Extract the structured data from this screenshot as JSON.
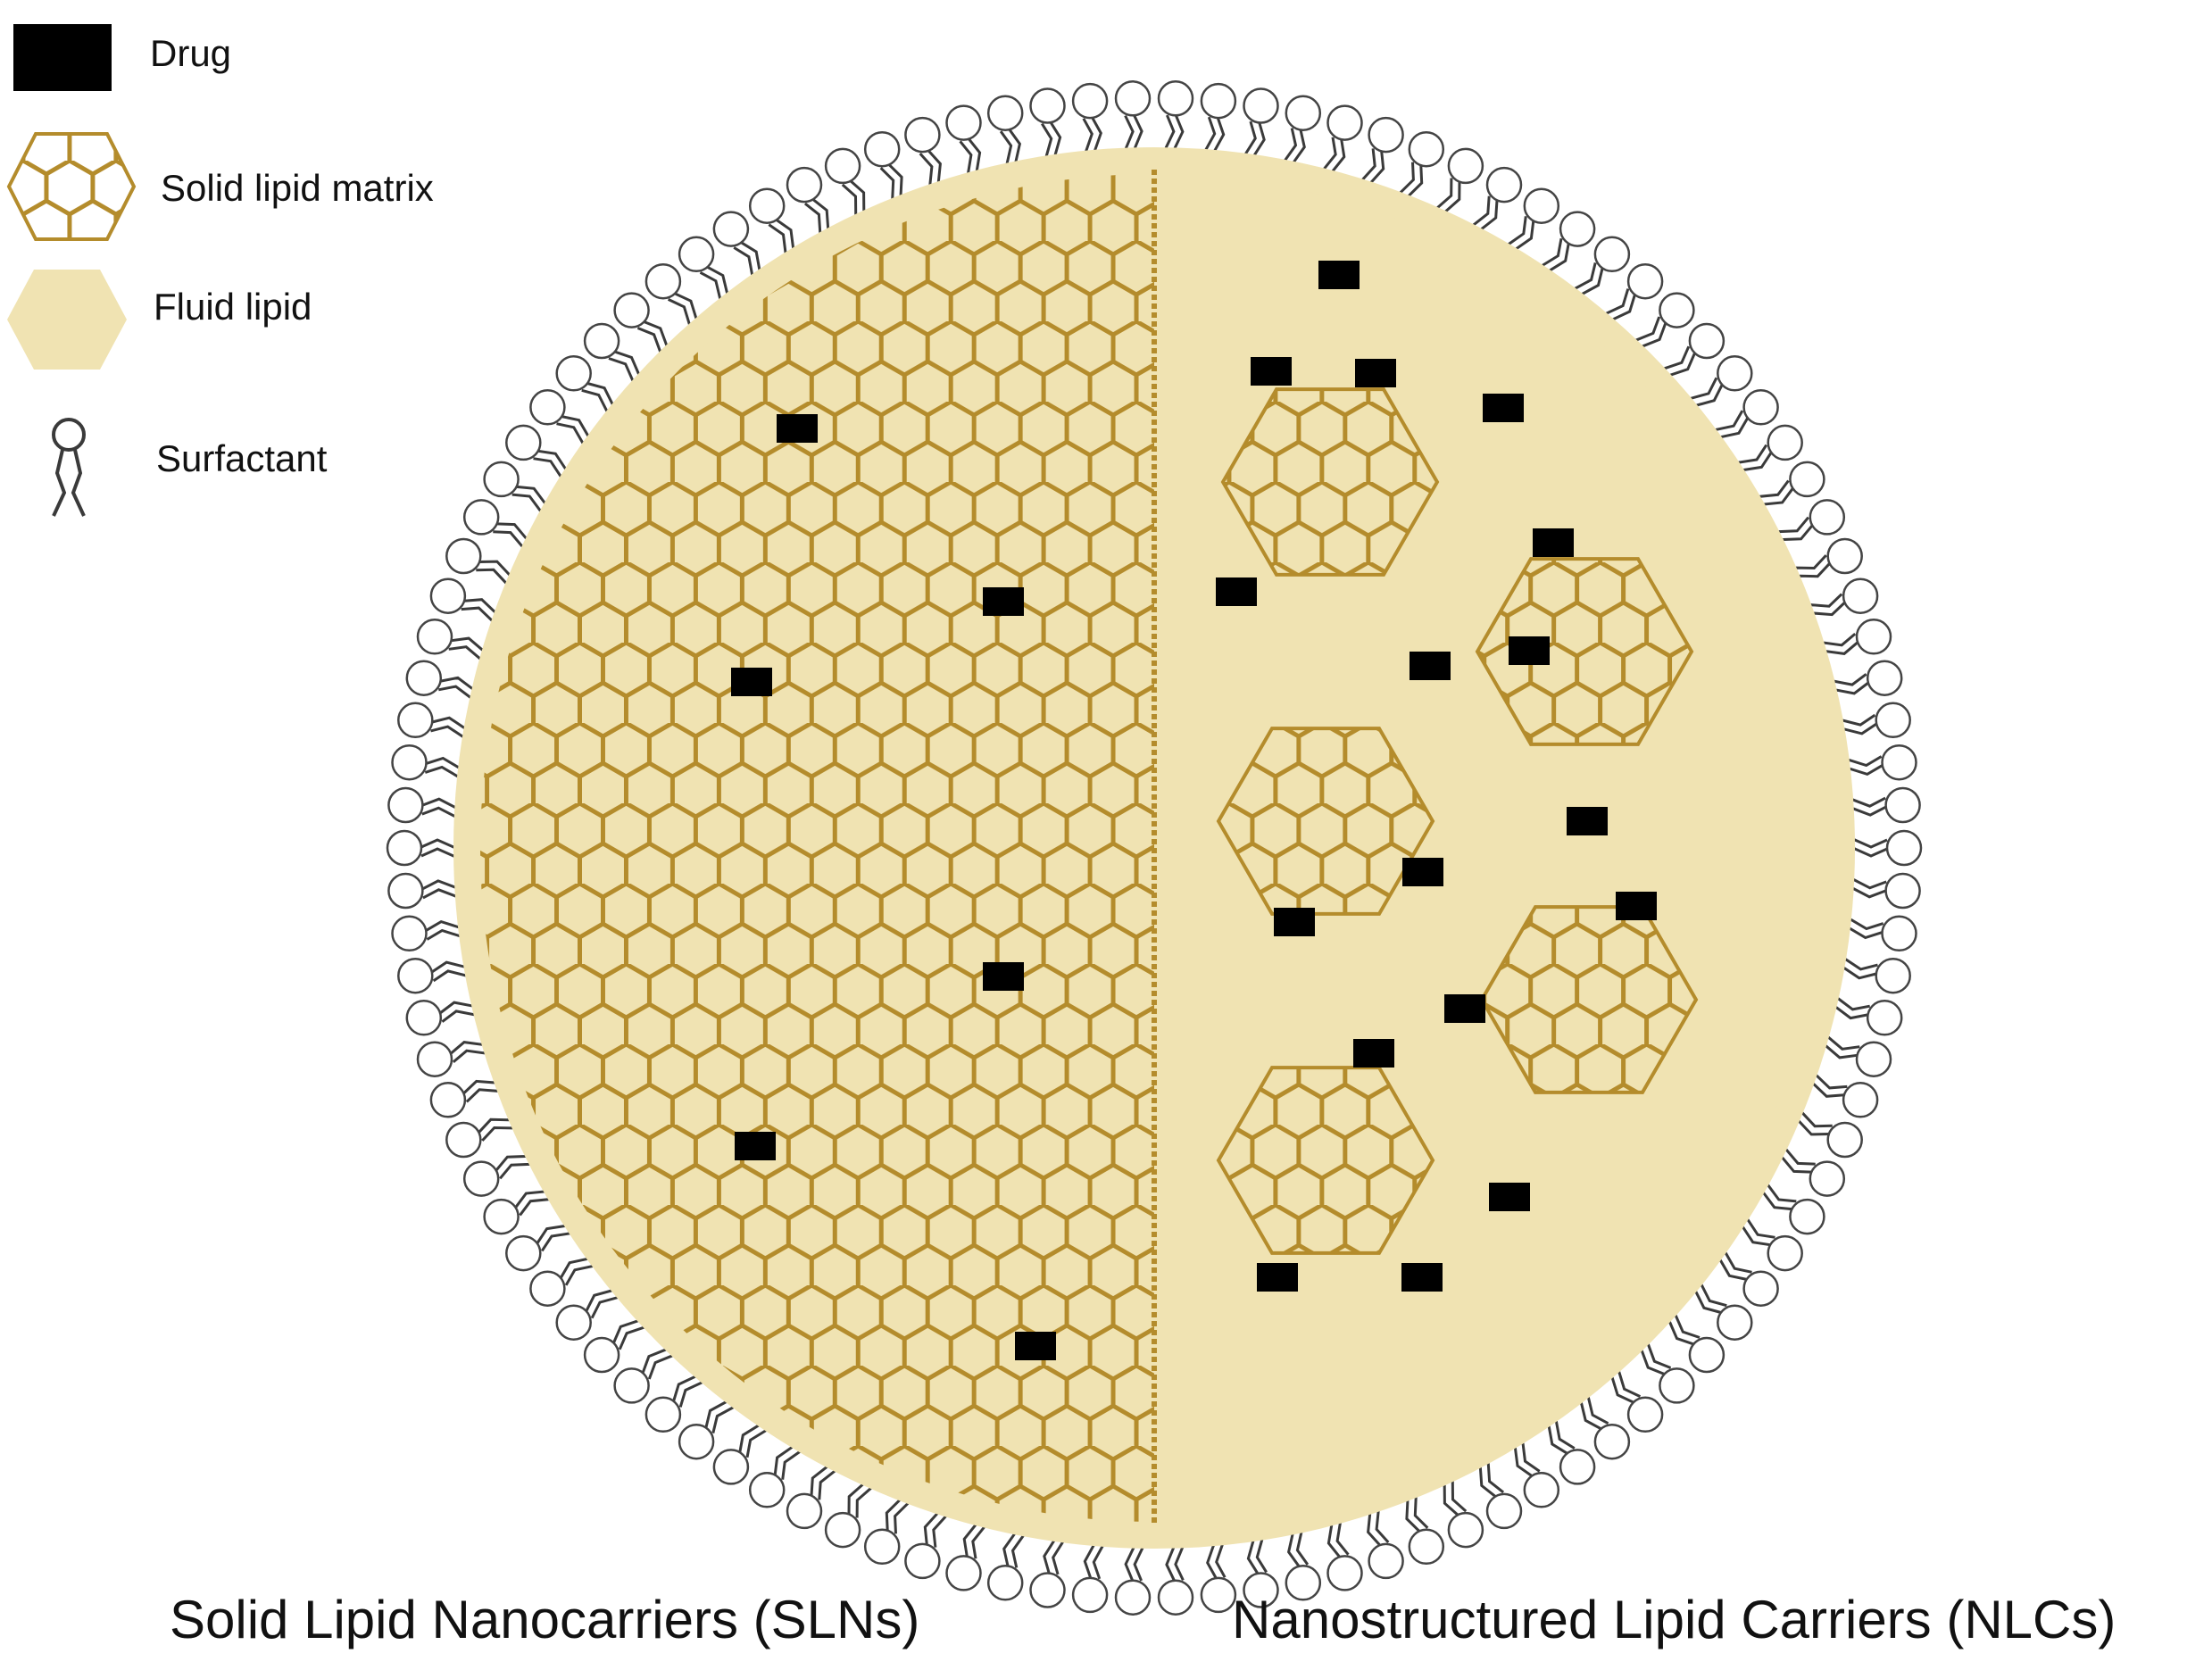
{
  "legend": {
    "items": [
      {
        "label": "Drug",
        "icon": "drug-square-icon"
      },
      {
        "label": "Solid lipid matrix",
        "icon": "solid-lipid-hexagon-icon"
      },
      {
        "label": "Fluid lipid",
        "icon": "fluid-lipid-hexagon-icon"
      },
      {
        "label": "Surfactant",
        "icon": "surfactant-molecule-icon"
      }
    ]
  },
  "captions": {
    "left": "Solid Lipid Nanocarriers (SLNs)",
    "right": "Nanostructured Lipid Carriers (NLCs)"
  },
  "colors": {
    "lipid_fill": "#f0e3b2",
    "lattice_stroke": "#b48c2c",
    "drug": "#000000",
    "surfactant_stroke": "#3a3a3a"
  }
}
